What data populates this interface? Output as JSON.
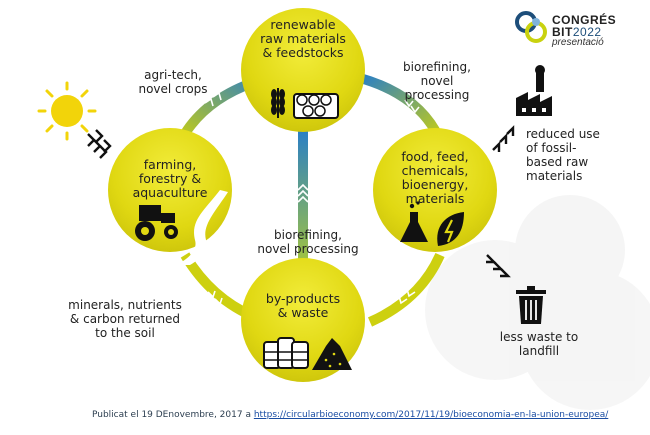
{
  "logo": {
    "name_line1": "CONGRÉS",
    "name_line2_prefix": "BIT",
    "name_line2_year": "2022",
    "subtitle": "presentació"
  },
  "nodes": {
    "top": "renewable\nraw materials\n& feedstocks",
    "left": "farming,\nforestry &\naquaculture",
    "right": "food, feed,\nchemicals,\nbioenergy,\nmaterials",
    "bottom": "by-products\n& waste"
  },
  "labels": {
    "agritech": "agri-tech,\nnovel crops",
    "biorefining_top": "biorefining,\nnovel\nprocessing",
    "biorefining_center": "biorefining,\nnovel processing",
    "minerals": "minerals, nutrients\n& carbon returned\nto the soil",
    "reduced_use": "reduced use\nof fossil-\nbased raw\nmaterials",
    "less_waste": "less waste to\nlandfill"
  },
  "icons": [
    "sun-icon",
    "chevron-arrows-icon",
    "wheat-icon",
    "logs-icon",
    "tractor-icon",
    "river-icon",
    "flask-icon",
    "leaf-bolt-icon",
    "barrels-icon",
    "pile-icon",
    "factory-icon",
    "trash-icon"
  ],
  "colors": {
    "node_yellow": "#e3dc12",
    "ring_blue": "#2a7fc6",
    "ring_yellow": "#d8d40c",
    "text": "#222222",
    "link": "#1a4da3"
  },
  "footer": {
    "prefix": "Publicat el 19 DEnovembre, 2017  a",
    "link": "https://circularbioeconomy.com/2017/11/19/bioeconomia-en-la-union-europea/"
  }
}
